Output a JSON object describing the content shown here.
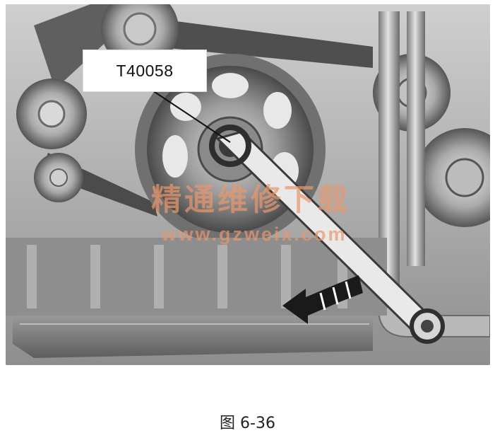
{
  "figure": {
    "callout_label": "T40058",
    "caption": "图 6-36"
  },
  "watermark": {
    "title": "精通维修下载",
    "url": "www.gzweix.com"
  },
  "colors": {
    "photo_tone": "#b9b9b9",
    "watermark": "#e9966e",
    "caption_text": "#222222"
  },
  "icons": {
    "rotation_arrow": "rotate-counterclockwise-arrow-icon"
  }
}
